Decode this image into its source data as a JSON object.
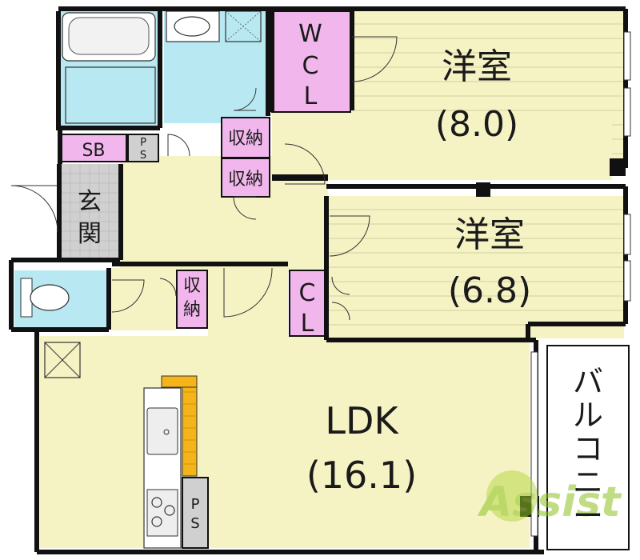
{
  "rooms": {
    "bedroom1": {
      "name": "洋室",
      "size": "(8.0)"
    },
    "bedroom2": {
      "name": "洋室",
      "size": "(6.8)"
    },
    "ldk": {
      "name": "LDK",
      "size": "(16.1)"
    },
    "wcl": {
      "line1": "W",
      "line2": "C",
      "line3": "L"
    },
    "cl": {
      "line1": "C",
      "line2": "L"
    },
    "storage1": "収納",
    "storage2": "収納",
    "storage3": {
      "line1": "収",
      "line2": "納"
    },
    "sb": "SB",
    "ps_top": {
      "line1": "P",
      "line2": "S"
    },
    "ps_kitchen": {
      "line1": "P",
      "line2": "S"
    },
    "entrance": {
      "line1": "玄",
      "line2": "関"
    },
    "balcony": {
      "chars": [
        "バ",
        "ル",
        "コ",
        "ニ",
        "ー"
      ]
    }
  },
  "watermark": {
    "text": "Assist",
    "color": "#9acd32"
  },
  "colors": {
    "room": "#f5f3c4",
    "wet_area": "#b8e8f2",
    "closet": "#f1b7ec",
    "entrance": "#d0d0d0",
    "wall": "#111111",
    "balcony": "#ffffff"
  }
}
